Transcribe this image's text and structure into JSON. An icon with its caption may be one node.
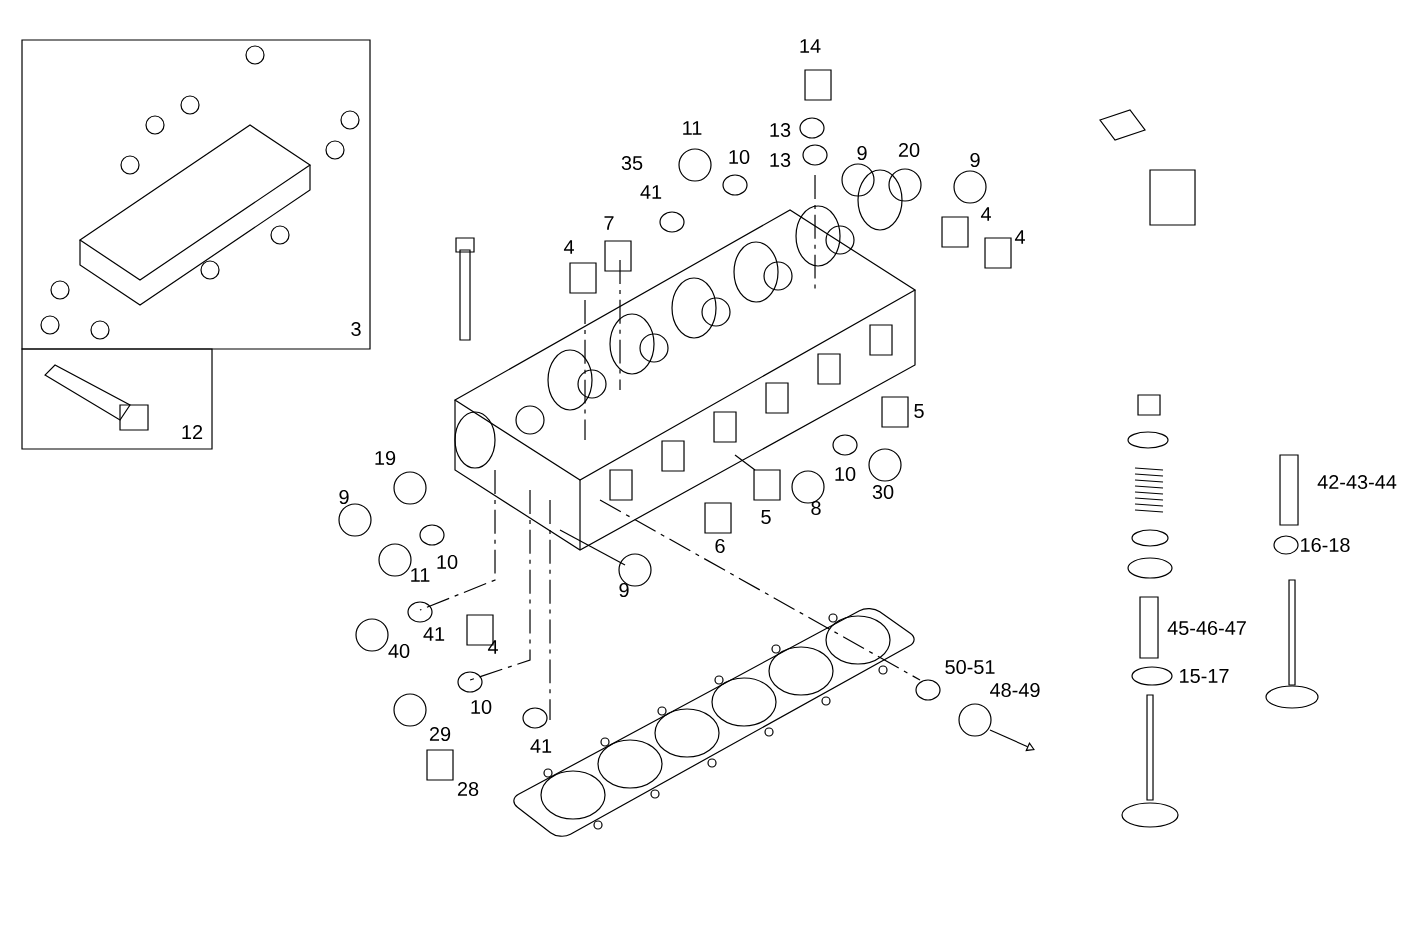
{
  "diagram": {
    "labels": [
      "14",
      "11",
      "13",
      "35",
      "10",
      "13",
      "9",
      "20",
      "9",
      "41",
      "7",
      "4",
      "4",
      "4",
      "3",
      "12",
      "5",
      "19",
      "10",
      "30",
      "42-43-44",
      "9",
      "8",
      "5",
      "6",
      "16-18",
      "10",
      "11",
      "9",
      "41",
      "4",
      "45-46-47",
      "40",
      "50-51",
      "48-49",
      "15-17",
      "10",
      "29",
      "41",
      "28"
    ]
  }
}
